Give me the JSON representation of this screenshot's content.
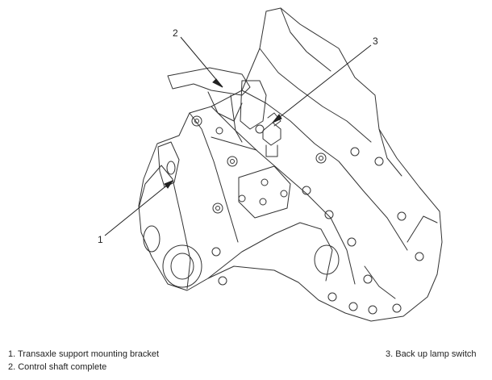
{
  "callouts": [
    {
      "number": "1",
      "caption": "1. Transaxle support mounting bracket"
    },
    {
      "number": "2",
      "caption": "2. Control shaft complete"
    },
    {
      "number": "3",
      "caption": "3. Back up lamp switch"
    }
  ],
  "colors": {
    "line": "#333333",
    "background": "#ffffff"
  },
  "figure_subject": "transaxle-line-drawing"
}
